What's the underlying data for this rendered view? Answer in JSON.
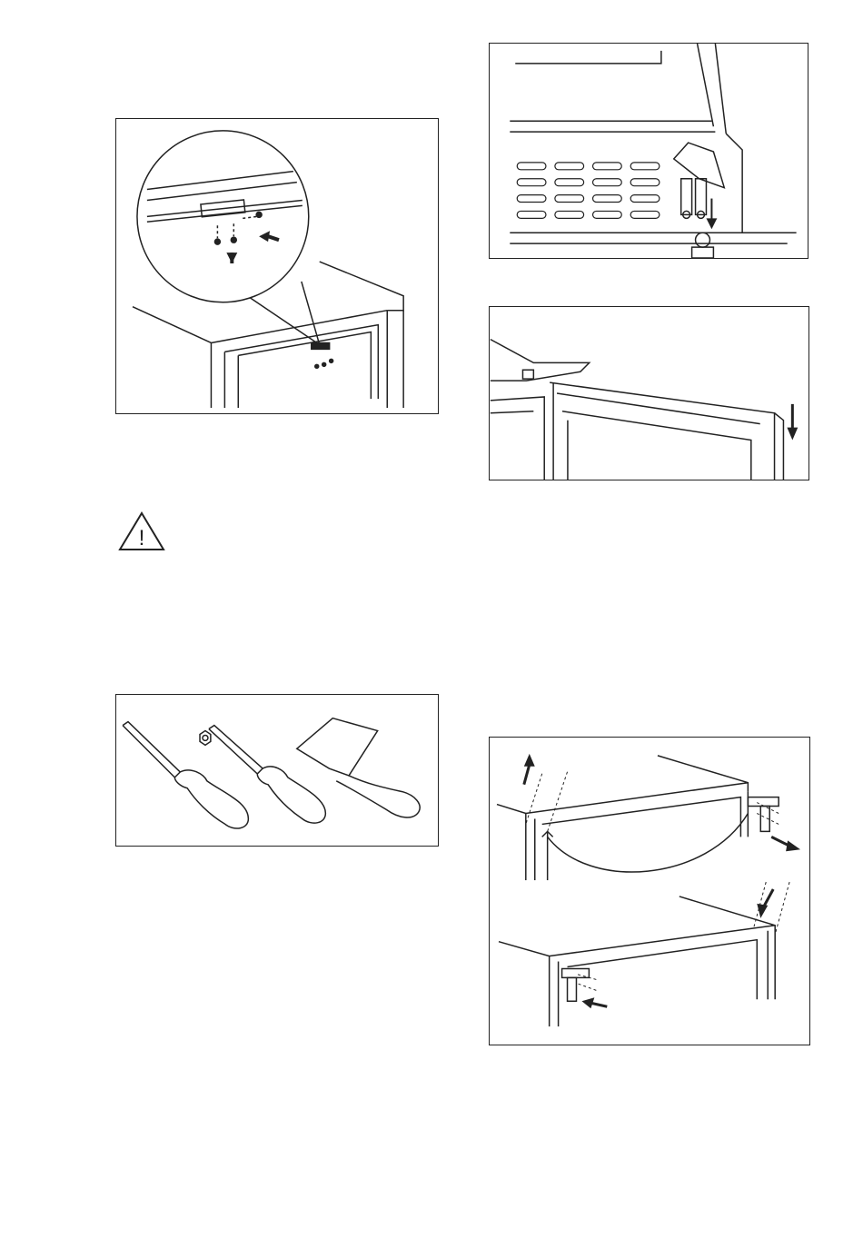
{
  "page": {
    "type": "installation-manual-illustrations"
  },
  "figures": [
    {
      "name": "hinge-bracket-detail",
      "icon": "magnifier-callout"
    },
    {
      "name": "hinge-screws-bottom",
      "icon": "hinge-with-screws"
    },
    {
      "name": "door-lowering",
      "icon": "door-down-arrow"
    },
    {
      "name": "tools",
      "icons": [
        "flat-screwdriver",
        "torx-screwdriver",
        "scraper"
      ]
    },
    {
      "name": "hinge-reversal",
      "icon": "door-swap-arrows"
    }
  ],
  "warning": {
    "icon": "warning-triangle-icon",
    "glyph": "!"
  },
  "colors": {
    "line": "#222222",
    "paper": "#ffffff"
  }
}
